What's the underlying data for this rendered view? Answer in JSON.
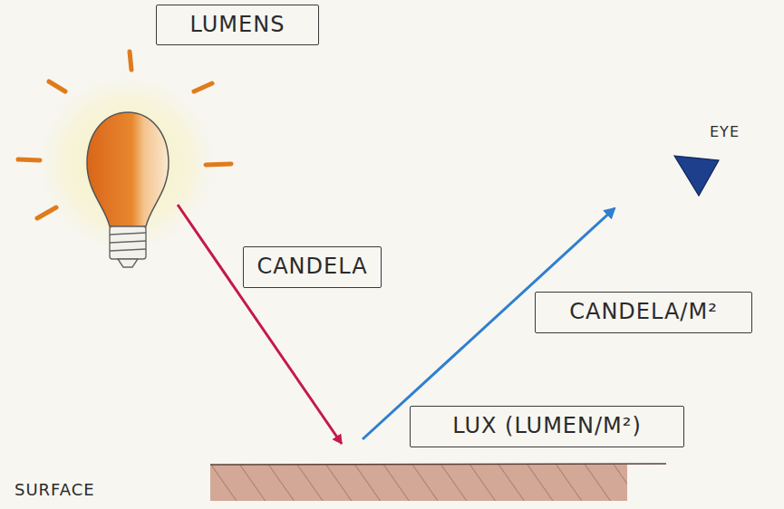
{
  "diagram": {
    "nodes": [
      {
        "text": [
          "LUMENS"
        ]
      },
      {
        "text": [
          "CANDELA"
        ]
      },
      {
        "text": [
          "CANDELA/M²"
        ]
      },
      {
        "text": [
          "LUX (LUMEN/M²)"
        ]
      }
    ],
    "labels": [
      "EYE",
      "SURFACE"
    ]
  }
}
